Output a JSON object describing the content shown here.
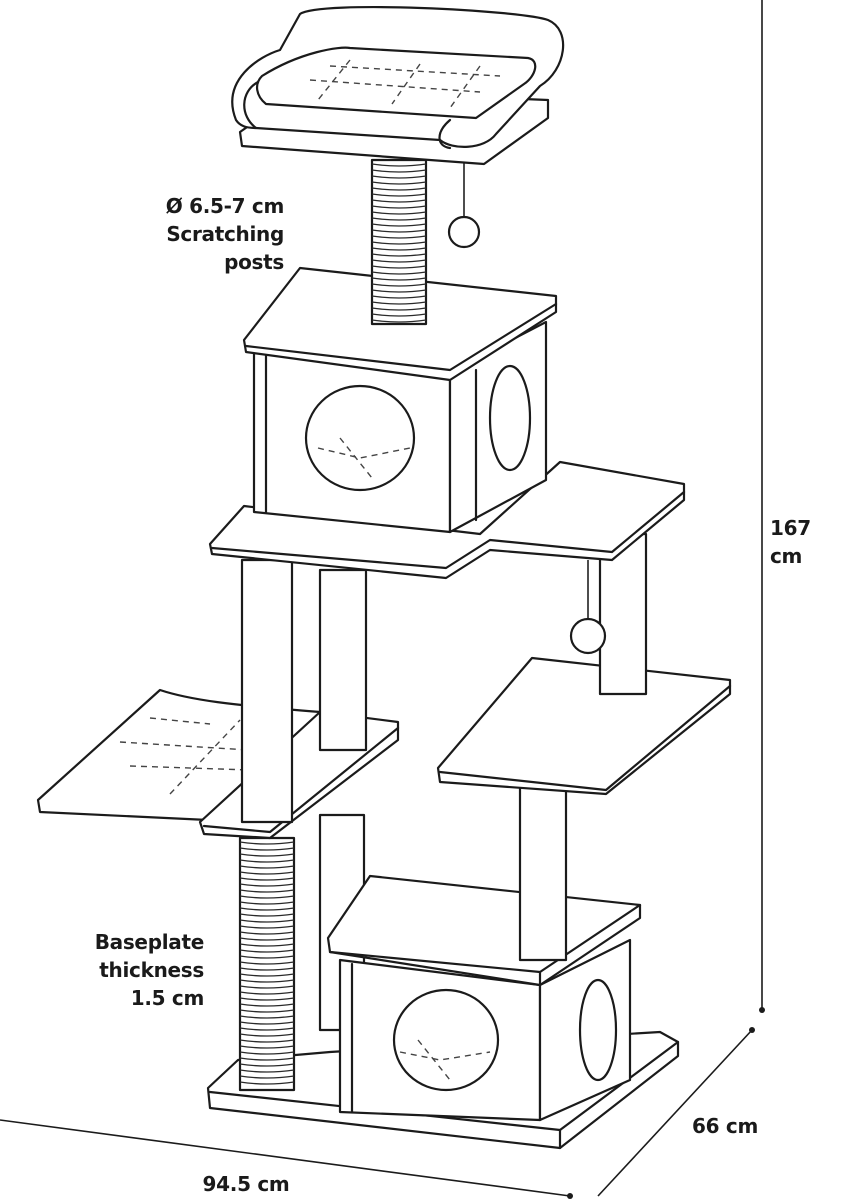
{
  "labels": {
    "post_diameter": [
      "Ø 6.5-7 cm",
      "Scratching",
      "posts"
    ],
    "baseplate": [
      "Baseplate",
      "thickness",
      "1.5 cm"
    ],
    "height": "167 cm",
    "depth": "66 cm",
    "width": "94.5 cm"
  },
  "colors": {
    "line": "#1b1b1b",
    "fill": "#ffffff"
  }
}
